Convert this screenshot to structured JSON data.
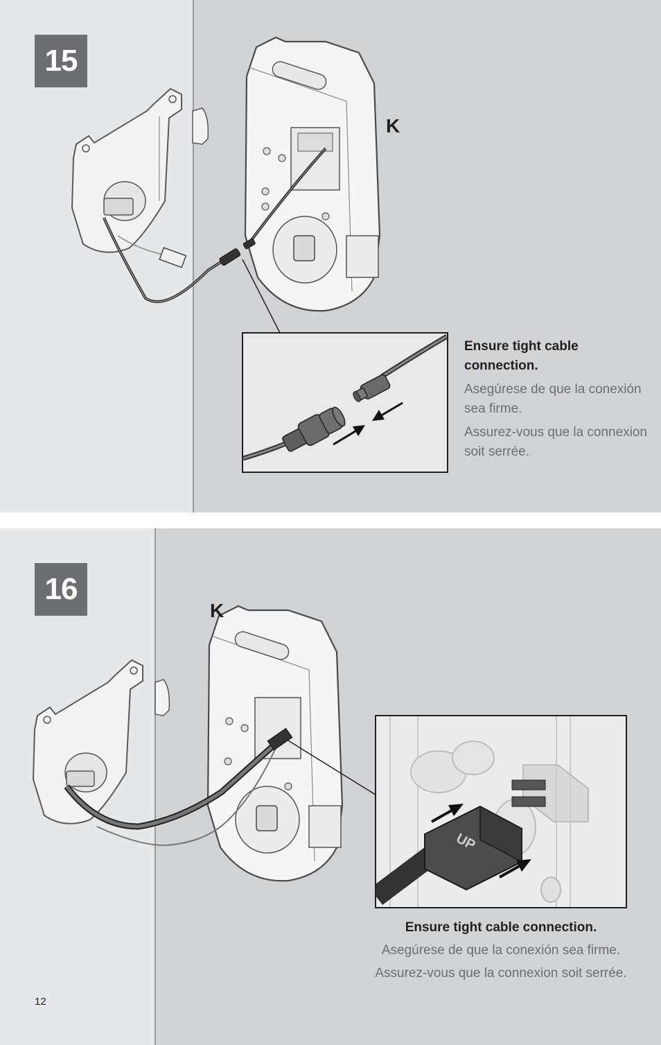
{
  "step15": {
    "number": "15",
    "part_label": "K",
    "caption": {
      "english": "Ensure tight cable connection.",
      "spanish": "Asegúrese de que la conexión sea firme.",
      "french": "Assurez-vous que la connexion soit serrée."
    }
  },
  "step16": {
    "number": "16",
    "part_label": "K",
    "connector_text": "UP",
    "caption": {
      "english": "Ensure tight cable connection.",
      "spanish": "Asegúrese de que la conexión sea firme.",
      "french": "Assurez-vous que la connexion soit serrée."
    }
  },
  "footer": {
    "page_number": "12"
  }
}
